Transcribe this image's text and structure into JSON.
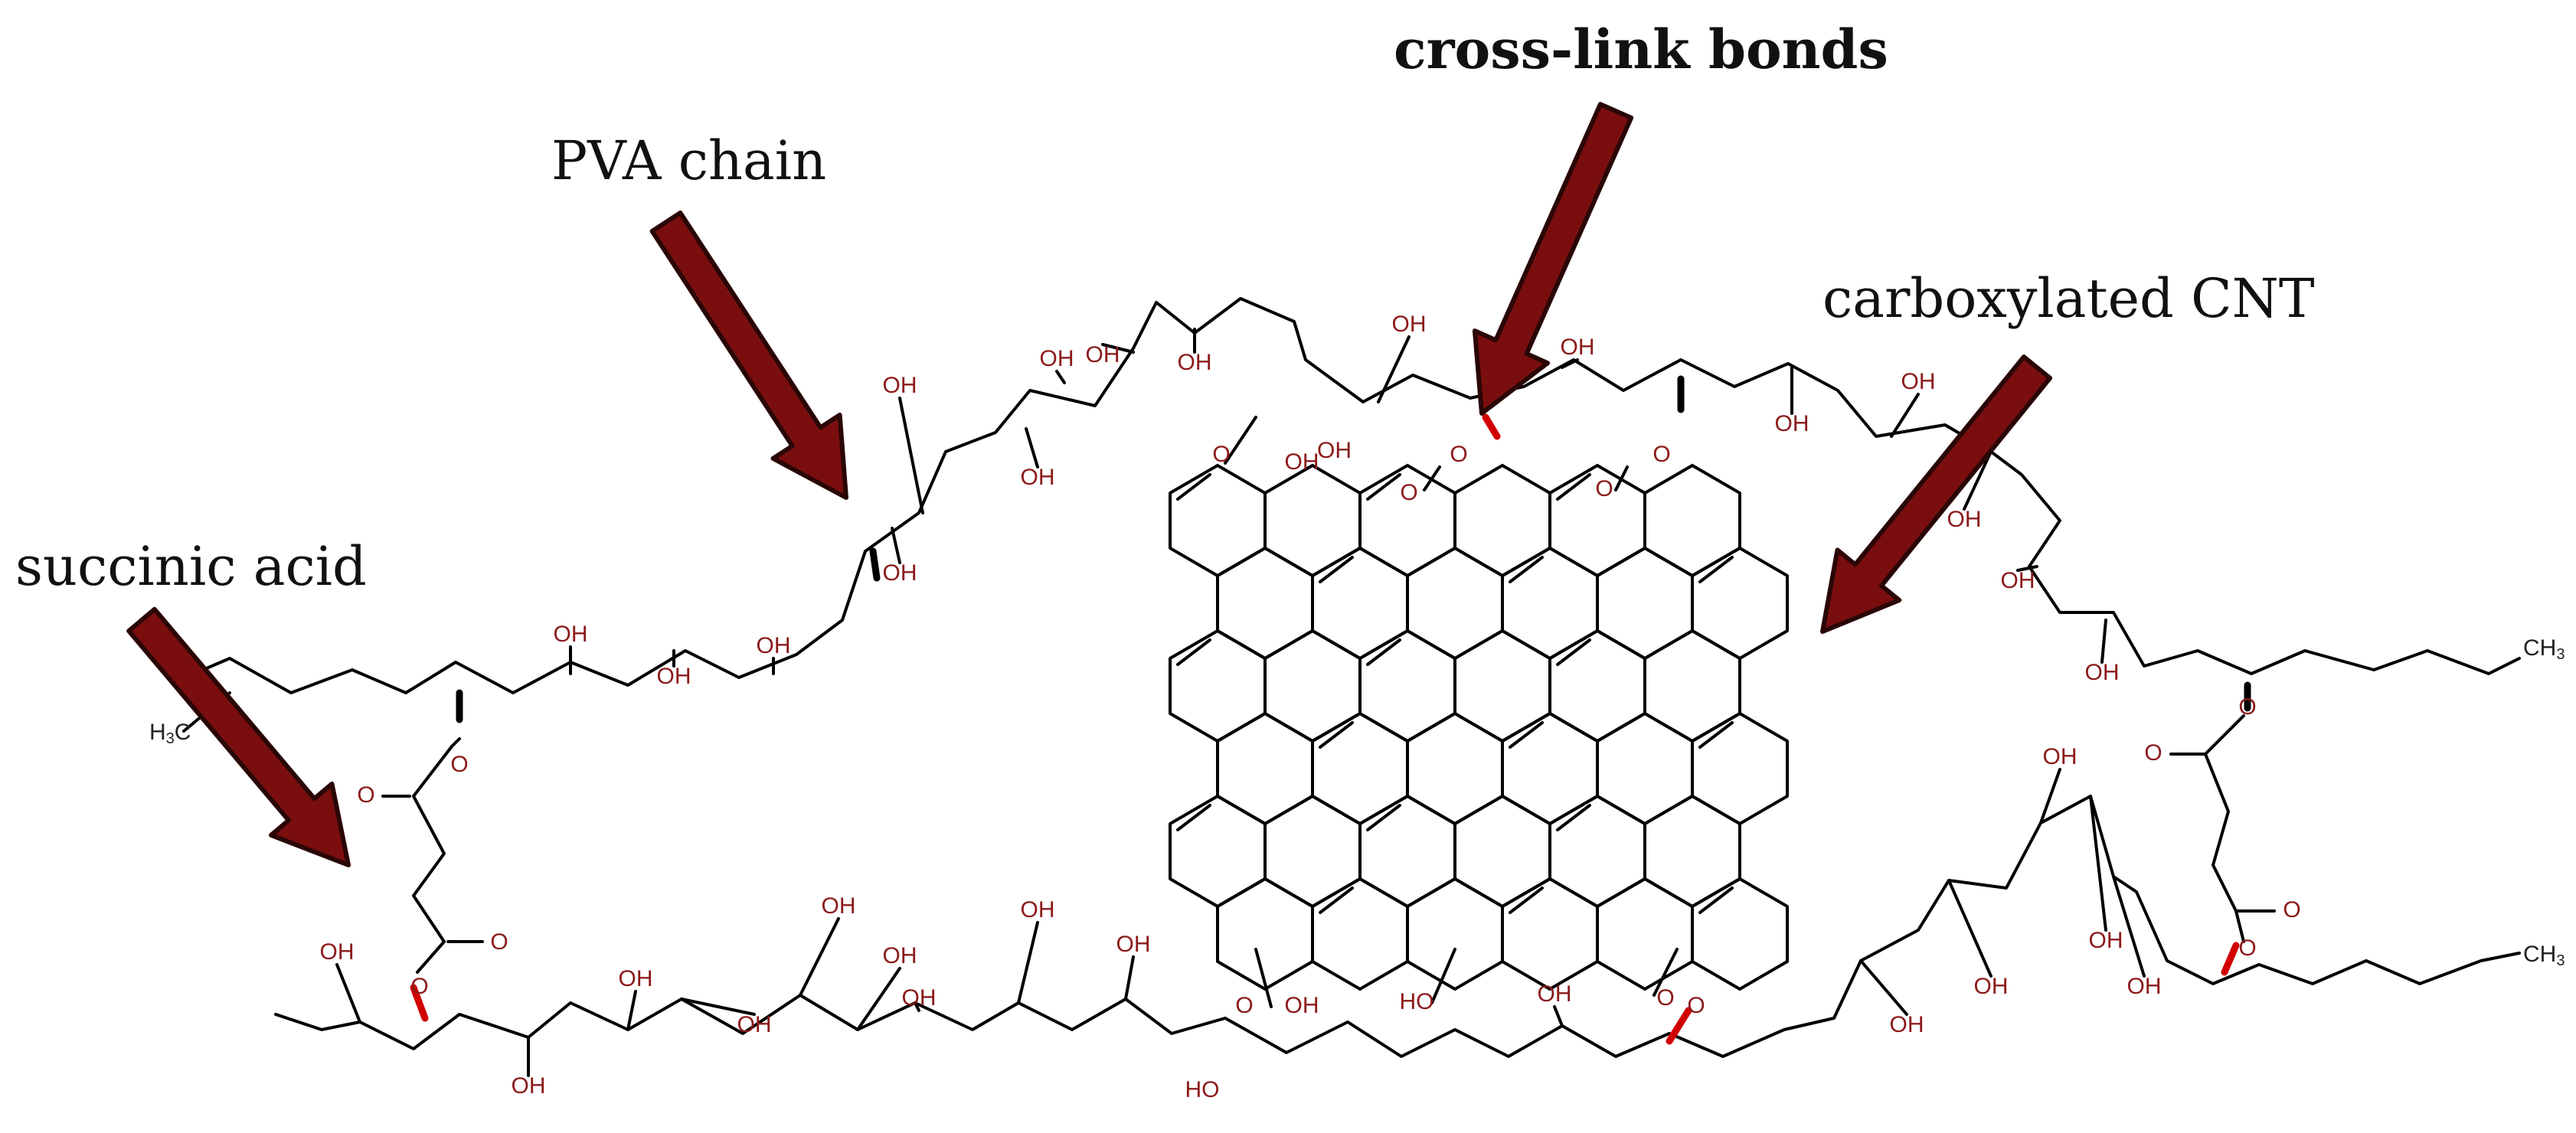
{
  "labels": {
    "cross_link": "cross-link bonds",
    "pva": "PVA chain",
    "cnt": "carboxylated CNT",
    "succinic": "succinic acid"
  },
  "atoms": {
    "oh": "OH",
    "ho": "HO",
    "o": "O",
    "ch3_main": "CH",
    "ch3_sub": "3",
    "h3c_h": "H",
    "h3c_sub": "3",
    "h3c_c": "C"
  },
  "colors": {
    "bond": "#000000",
    "heteroatom": "#8b1a1a",
    "ester_bond": "#d10000",
    "arrow_fill": "#7a0e0e",
    "arrow_stroke": "#2a0606"
  }
}
